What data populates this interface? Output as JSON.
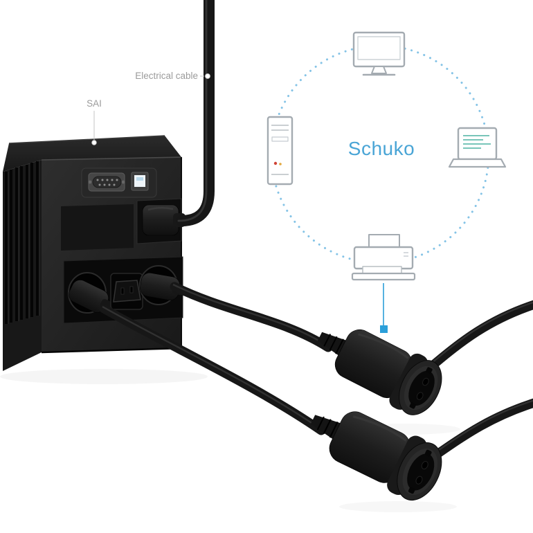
{
  "scene": {
    "type": "product-connection-diagram",
    "background": "#ffffff"
  },
  "annotations": {
    "electrical_cable_label": "Electrical cable",
    "sai_label": "SAI",
    "schuko_label": "Schuko"
  },
  "colors": {
    "accent_blue": "#2b9fd9",
    "dotted_circle_blue": "#84c3e6",
    "annotation_gray": "#9b9b9b",
    "icon_stroke_gray": "#a4abb1",
    "device_black": "#1c1c1c",
    "laptop_screen_teal": "#4bb2a2"
  },
  "connected_devices": [
    {
      "icon": "monitor-icon",
      "position": "top"
    },
    {
      "icon": "desktop-pc-icon",
      "position": "left"
    },
    {
      "icon": "laptop-icon",
      "position": "right"
    },
    {
      "icon": "printer-icon",
      "position": "bottom"
    }
  ],
  "hardware": {
    "schuko_sockets_count": 2,
    "ups_rear_ports": [
      "serial-port",
      "usb-port",
      "power-inlet",
      "output-sockets"
    ]
  }
}
